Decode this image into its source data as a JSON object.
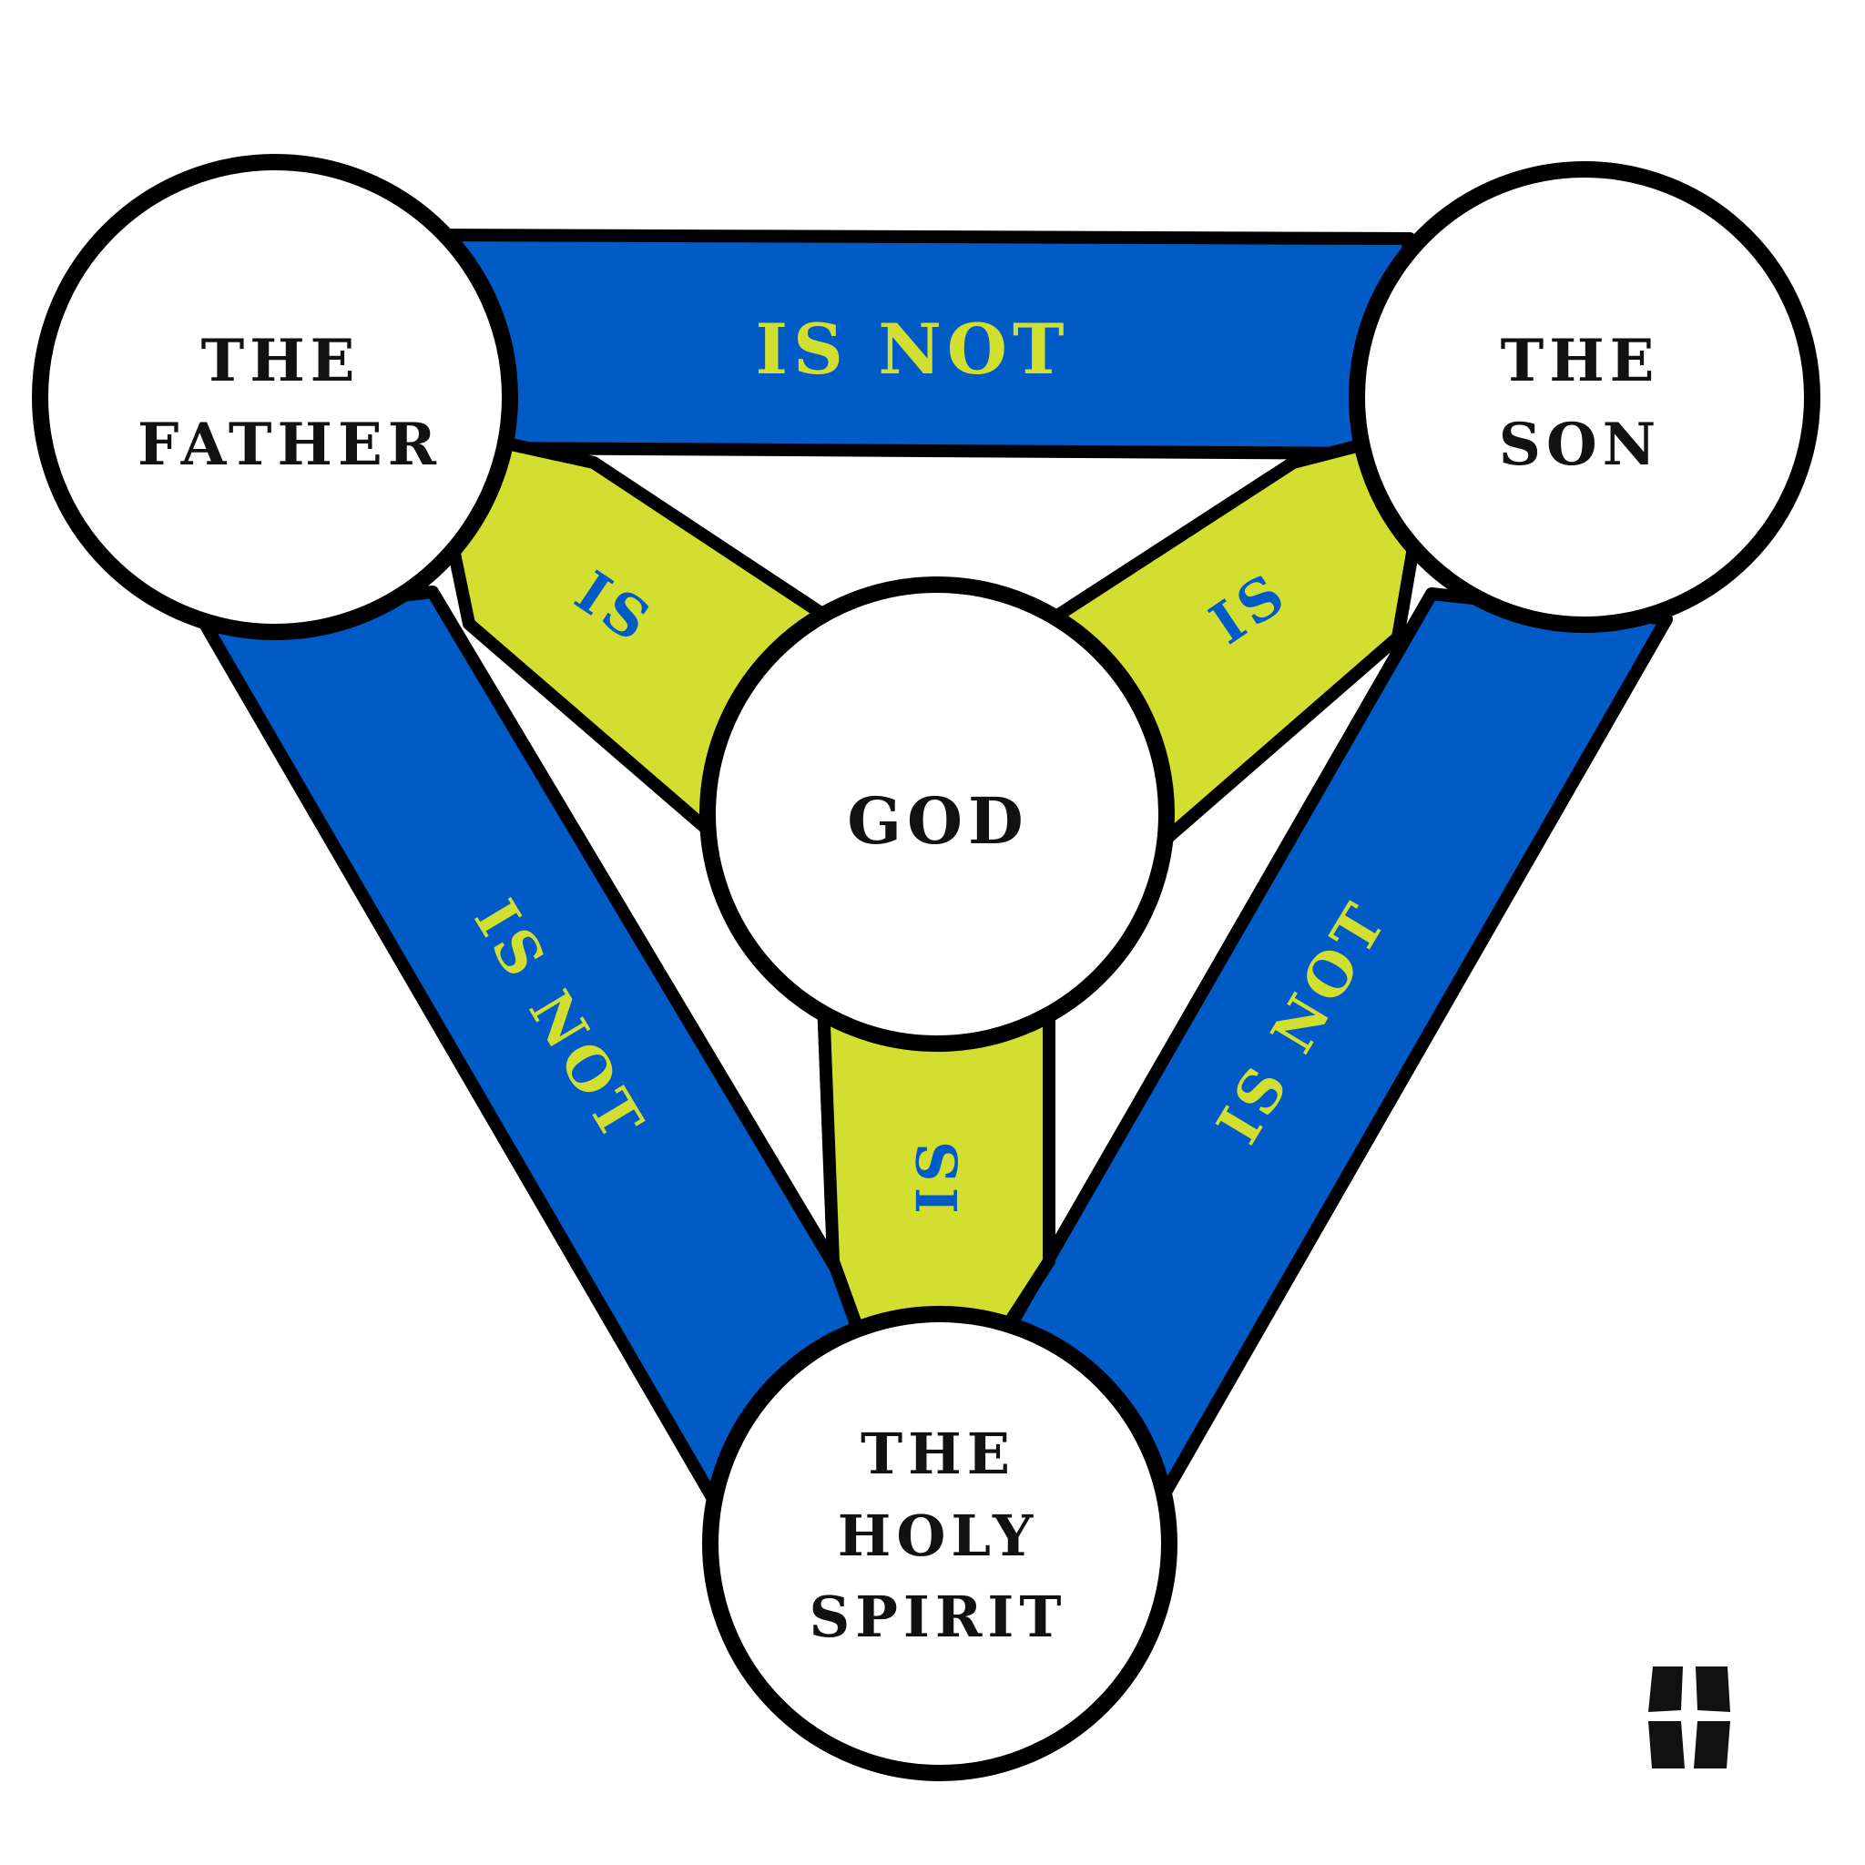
{
  "colors": {
    "is_not_band": "#005BC7",
    "is_band": "#D2DF31",
    "is_not_text": "#D2DF31",
    "is_text": "#005BC7",
    "outline": "#000000",
    "node_fill": "#FFFFFF",
    "node_text": "#111111"
  },
  "nodes": {
    "father": {
      "line1": "THE",
      "line2": "FATHER"
    },
    "son": {
      "line1": "THE",
      "line2": "SON"
    },
    "spirit": {
      "line1": "THE",
      "line2": "HOLY",
      "line3": "SPIRIT"
    },
    "god": {
      "label": "GOD"
    }
  },
  "relations": {
    "father_son": "IS NOT",
    "father_spirit": "IS NOT",
    "son_spirit": "IS NOT",
    "father_god": "IS",
    "son_god": "IS",
    "spirit_god": "IS"
  },
  "logo": {
    "icon": "cross-icon"
  }
}
